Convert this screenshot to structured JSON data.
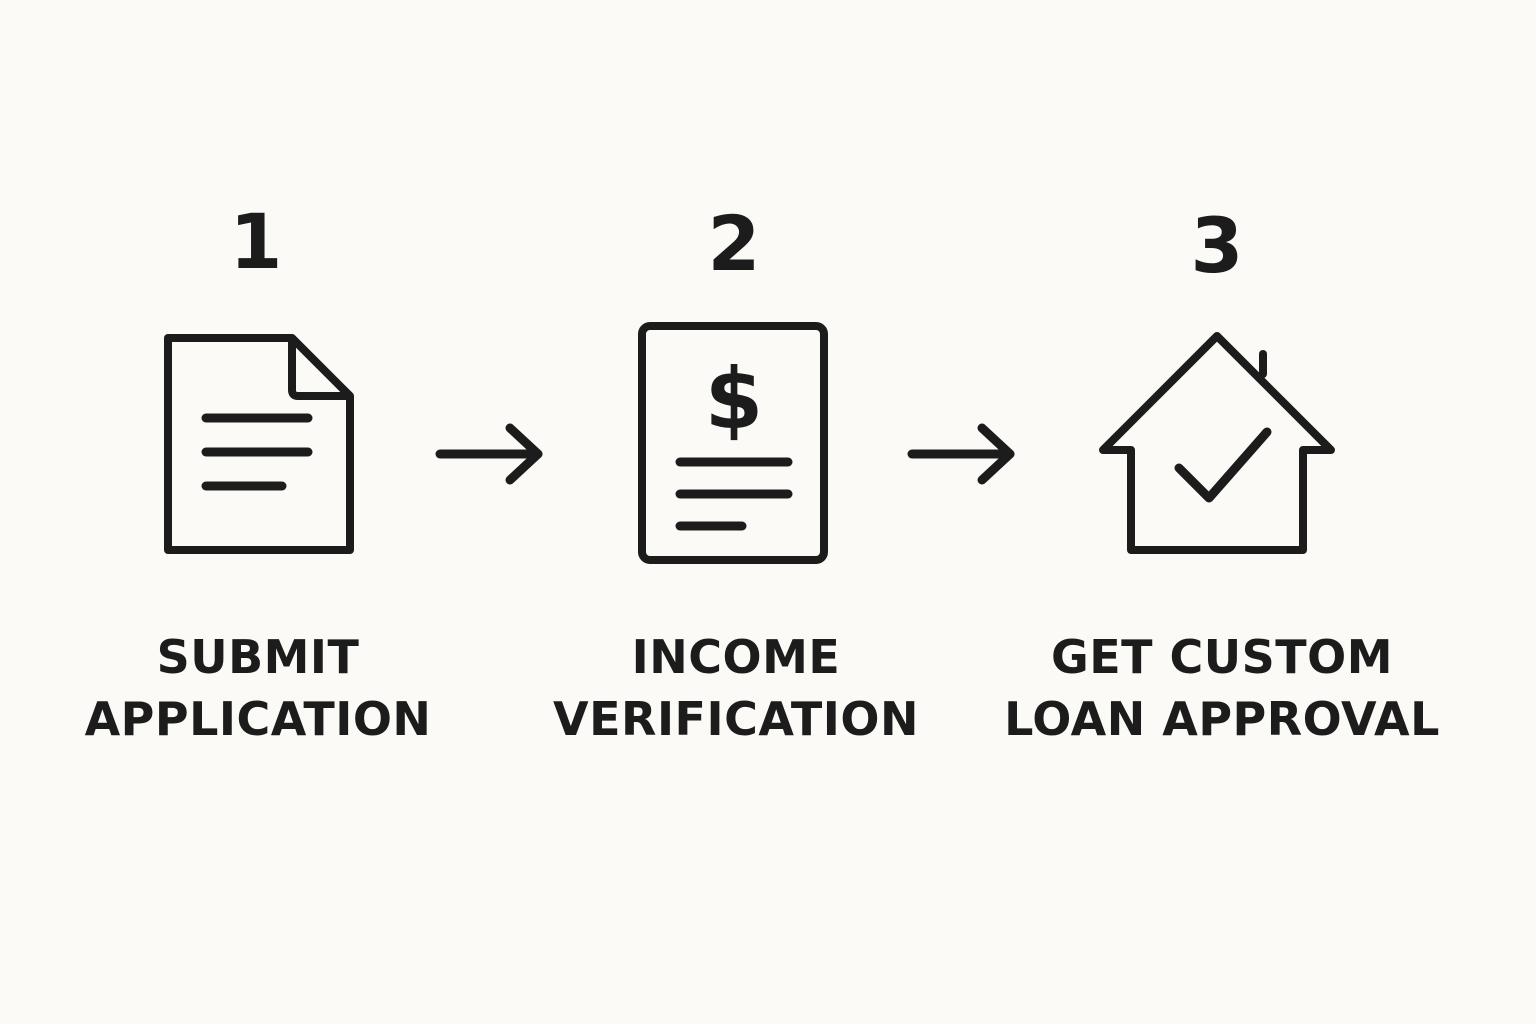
{
  "colors": {
    "background": "#fbfaf7",
    "ink": "#1c1c1c"
  },
  "steps": [
    {
      "number": "1",
      "icon": "document-icon",
      "label_lines": [
        "SUBMIT",
        "APPLICATION"
      ]
    },
    {
      "number": "2",
      "icon": "dollar-document-icon",
      "label_lines": [
        "INCOME",
        "VERIFICATION"
      ]
    },
    {
      "number": "3",
      "icon": "house-checkmark-icon",
      "label_lines": [
        "GET CUSTOM",
        "LOAN APPROVAL"
      ]
    }
  ],
  "connectors": [
    {
      "icon": "arrow-right-icon"
    },
    {
      "icon": "arrow-right-icon"
    }
  ]
}
